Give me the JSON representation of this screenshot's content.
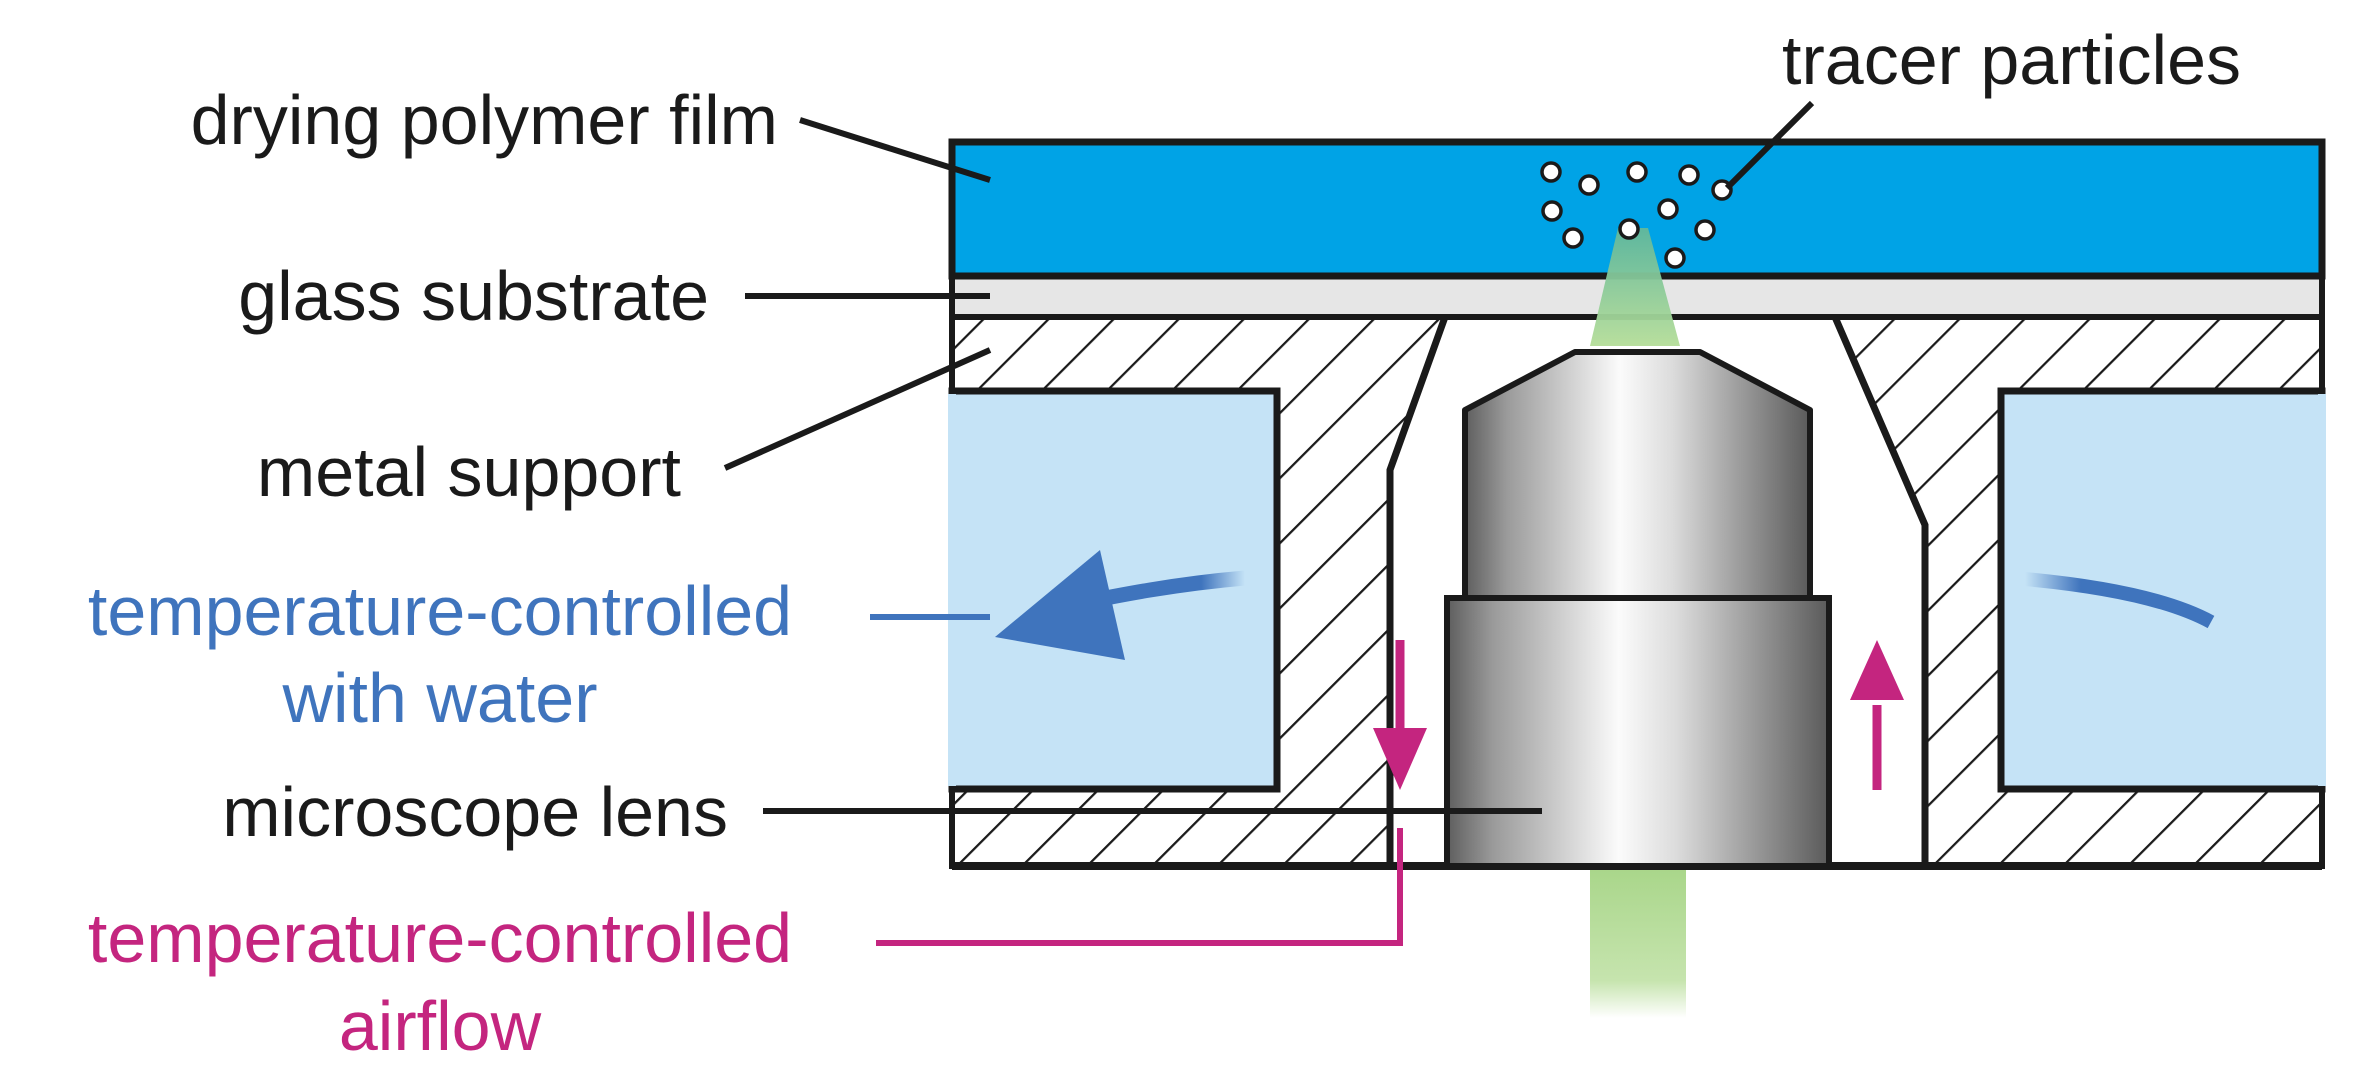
{
  "labels": {
    "tracer_particles": "tracer particles",
    "drying_polymer_film": "drying polymer film",
    "glass_substrate": "glass substrate",
    "metal_support": "metal support",
    "water_line1": "temperature-controlled",
    "water_line2": "with water",
    "microscope_lens": "microscope lens",
    "airflow_line1": "temperature-controlled",
    "airflow_line2": "airflow"
  },
  "colors": {
    "polymer_film": "#00a3e6",
    "glass": "#e6e6e6",
    "water": "#c5e3f6",
    "water_arrow": "#3f74bd",
    "airflow": "#c4257f",
    "light_beam": "#a9d68a",
    "outline": "#1a1a1a"
  },
  "icons": {
    "water_flow": "curved-arrow-icon",
    "airflow_down": "down-arrow-icon",
    "airflow_up": "up-arrow-icon",
    "particle": "circle-icon"
  }
}
